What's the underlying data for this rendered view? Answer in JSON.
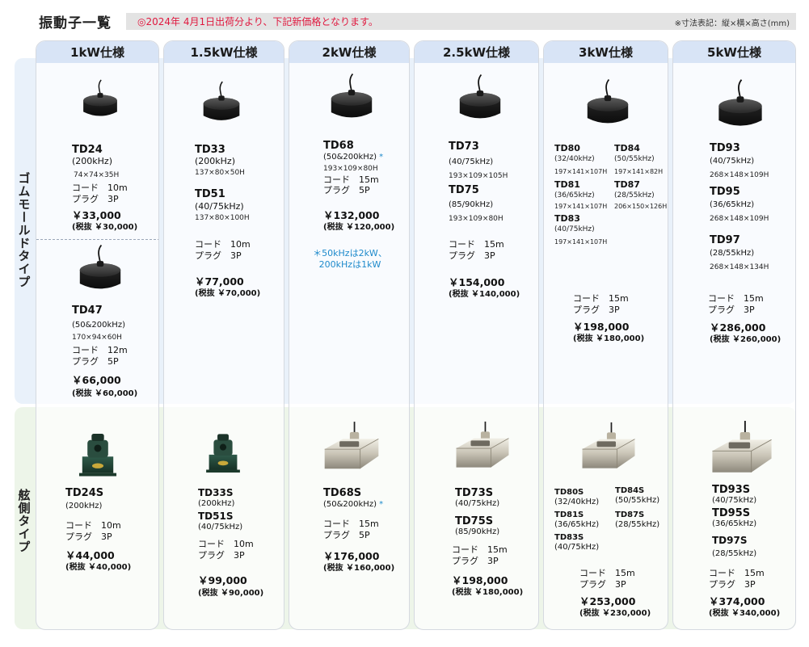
{
  "header": {
    "title": "振動子一覧",
    "notice": "◎2024年 4月1日出荷分より、下記新価格となります。",
    "dimension_note": "※寸法表記：縦×横×高さ(mm)"
  },
  "row_labels": {
    "rubber": "ゴムモールドタイプ",
    "side": "舷側タイプ"
  },
  "columns": [
    {
      "header": "1kW仕様",
      "rubber": {
        "a": {
          "model": "TD24",
          "freq": "(200kHz)",
          "dims": "74×74×35H",
          "cord": "コード　10m",
          "plug": "プラグ　3P",
          "price": "￥33,000",
          "tax": "(税抜 ￥30,000)"
        },
        "b": {
          "model": "TD47",
          "freq": "(50&200kHz)",
          "dims": "170×94×60H",
          "cord": "コード　12m",
          "plug": "プラグ　5P",
          "price": "￥66,000",
          "tax": "(税抜 ￥60,000)"
        }
      },
      "side": {
        "model": "TD24S",
        "freq": "(200kHz)",
        "cord": "コード　10m",
        "plug": "プラグ　3P",
        "price": "￥44,000",
        "tax": "(税抜 ￥40,000)"
      }
    },
    {
      "header": "1.5kW仕様",
      "rubber": {
        "a": {
          "model": "TD33",
          "freq": "(200kHz)",
          "dims": "137×80×50H"
        },
        "b": {
          "model": "TD51",
          "freq": "(40/75kHz)",
          "dims": "137×80×100H"
        },
        "cord": "コード　10m",
        "plug": "プラグ　3P",
        "price": "￥77,000",
        "tax": "(税抜 ￥70,000)"
      },
      "side": {
        "model1": "TD33S",
        "freq1": "(200kHz)",
        "model2": "TD51S",
        "freq2": "(40/75kHz)",
        "cord": "コード　10m",
        "plug": "プラグ　3P",
        "price": "￥99,000",
        "tax": "(税抜 ￥90,000)"
      }
    },
    {
      "header": "2kW仕様",
      "rubber": {
        "model": "TD68",
        "freq": "(50&200kHz)",
        "asterisk": "*",
        "dims": "193×109×80H",
        "cord": "コード　15m",
        "plug": "プラグ　5P",
        "price": "￥132,000",
        "tax": "(税抜 ￥120,000)",
        "note": "＊50kHzは2kW、200kHzは1kW"
      },
      "side": {
        "model": "TD68S",
        "freq": "(50&200kHz)",
        "asterisk": "*",
        "cord": "コード　15m",
        "plug": "プラグ　5P",
        "price": "￥176,000",
        "tax": "(税抜 ￥160,000)"
      }
    },
    {
      "header": "2.5kW仕様",
      "rubber": {
        "a": {
          "model": "TD73",
          "freq": "(40/75kHz)",
          "dims": "193×109×105H"
        },
        "b": {
          "model": "TD75",
          "freq": "(85/90kHz)",
          "dims": "193×109×80H"
        },
        "cord": "コード　15m",
        "plug": "プラグ　3P",
        "price": "￥154,000",
        "tax": "(税抜 ￥140,000)"
      },
      "side": {
        "model1": "TD73S",
        "freq1": "(40/75kHz)",
        "model2": "TD75S",
        "freq2": "(85/90kHz)",
        "cord": "コード　15m",
        "plug": "プラグ　3P",
        "price": "￥198,000",
        "tax": "(税抜 ￥180,000)"
      }
    },
    {
      "header": "3kW仕様",
      "rubber": {
        "models": [
          {
            "model": "TD80",
            "freq": "(32/40kHz)",
            "dims": "197×141×107H"
          },
          {
            "model": "TD84",
            "freq": "(50/55kHz)",
            "dims": "197×141×82H"
          },
          {
            "model": "TD81",
            "freq": "(36/65kHz)",
            "dims": "197×141×107H"
          },
          {
            "model": "TD87",
            "freq": "(28/55kHz)",
            "dims": "206×150×126H"
          },
          {
            "model": "TD83",
            "freq": "(40/75kHz)",
            "dims": "197×141×107H"
          }
        ],
        "cord": "コード　15m",
        "plug": "プラグ　3P",
        "price": "￥198,000",
        "tax": "(税抜 ￥180,000)"
      },
      "side": {
        "models": [
          {
            "model": "TD80S",
            "freq": "(32/40kHz)"
          },
          {
            "model": "TD84S",
            "freq": "(50/55kHz)"
          },
          {
            "model": "TD81S",
            "freq": "(36/65kHz)"
          },
          {
            "model": "TD87S",
            "freq": "(28/55kHz)"
          },
          {
            "model": "TD83S",
            "freq": "(40/75kHz)"
          }
        ],
        "cord": "コード　15m",
        "plug": "プラグ　3P",
        "price": "￥253,000",
        "tax": "(税抜 ￥230,000)"
      }
    },
    {
      "header": "5kW仕様",
      "rubber": {
        "models": [
          {
            "model": "TD93",
            "freq": "(40/75kHz)",
            "dims": "268×148×109H"
          },
          {
            "model": "TD95",
            "freq": "(36/65kHz)",
            "dims": "268×148×109H"
          },
          {
            "model": "TD97",
            "freq": "(28/55kHz)",
            "dims": "268×148×134H"
          }
        ],
        "cord": "コード　15m",
        "plug": "プラグ　3P",
        "price": "￥286,000",
        "tax": "(税抜 ￥260,000)"
      },
      "side": {
        "models": [
          {
            "model": "TD93S",
            "freq": "(40/75kHz)"
          },
          {
            "model": "TD95S",
            "freq": "(36/65kHz)"
          },
          {
            "model": "TD97S",
            "freq": "(28/55kHz)"
          }
        ],
        "cord": "コード　15m",
        "plug": "プラグ　3P",
        "price": "￥374,000",
        "tax": "(税抜 ￥340,000)"
      }
    }
  ]
}
